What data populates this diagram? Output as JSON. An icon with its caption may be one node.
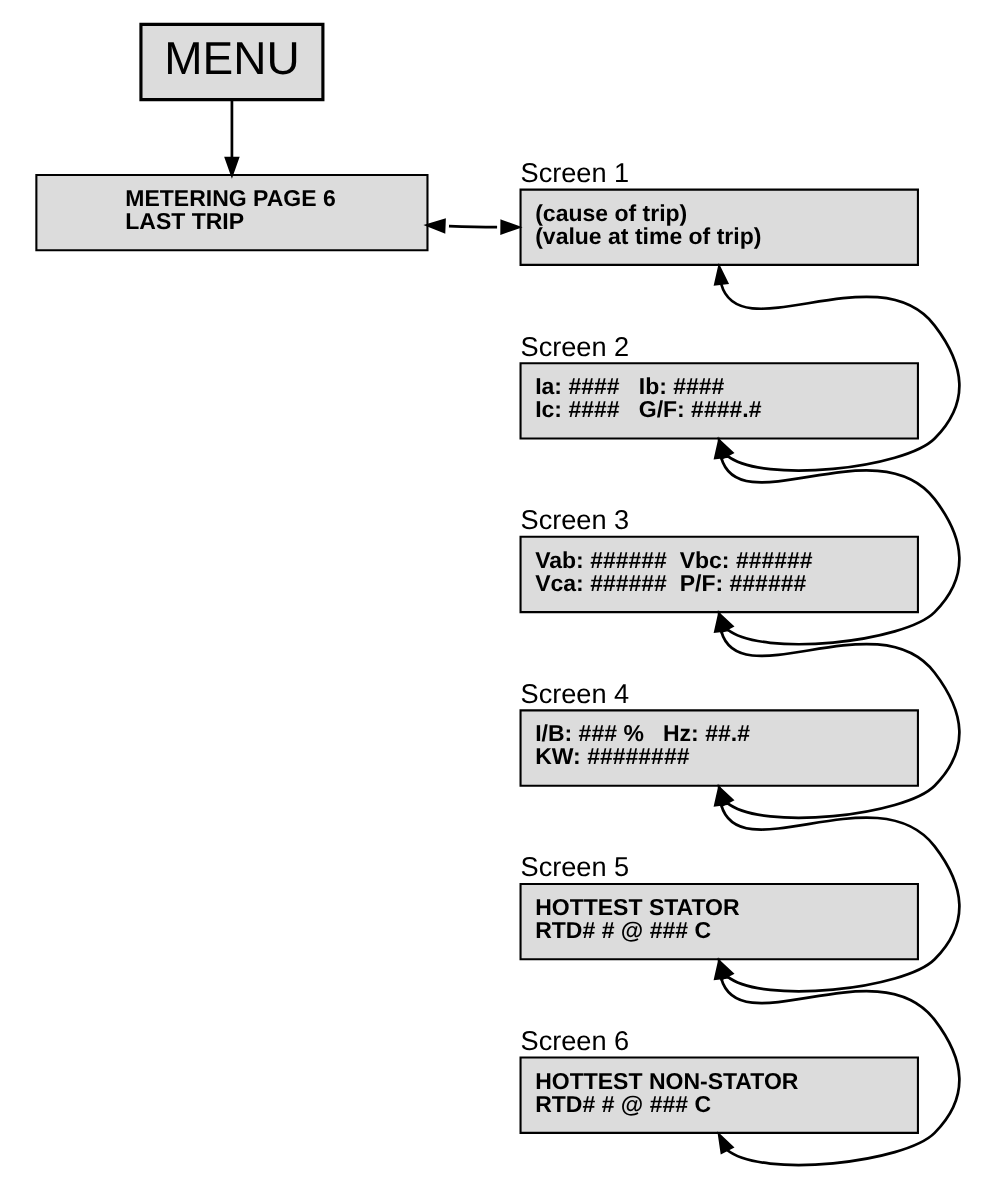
{
  "diagram": {
    "nodes": [
      {
        "text": [
          "MENU"
        ]
      },
      {
        "text": [
          "METERING PAGE 6",
          "LAST TRIP"
        ]
      },
      {
        "text": [
          "Screen 1",
          "(cause of trip)",
          "(value at time of trip)"
        ]
      },
      {
        "text": [
          "Screen 2",
          "Ia: ####   Ib: ####",
          "Ic: ####   G/F: ####.#"
        ]
      },
      {
        "text": [
          "Screen 3",
          "Vab: ######  Vbc: ######",
          "Vca: ######  P/F: ######"
        ]
      },
      {
        "text": [
          "Screen 4",
          "I/B: ### %   Hz: ##.#",
          "KW: ########"
        ]
      },
      {
        "text": [
          "Screen 5",
          "HOTTEST STATOR",
          "RTD# # @ ### C"
        ]
      },
      {
        "text": [
          "Screen 6",
          "HOTTEST NON-STATOR",
          "RTD# # @ ### C"
        ]
      }
    ],
    "edges": [
      {
        "from": 0,
        "to": 1,
        "arrow": "to"
      },
      {
        "from": 1,
        "to": 2,
        "arrow": "both"
      },
      {
        "from": 2,
        "to": 3,
        "arrow": "both"
      },
      {
        "from": 3,
        "to": 4,
        "arrow": "both"
      },
      {
        "from": 4,
        "to": 5,
        "arrow": "both"
      },
      {
        "from": 5,
        "to": 6,
        "arrow": "both"
      },
      {
        "from": 6,
        "to": 7,
        "arrow": "both"
      }
    ]
  }
}
